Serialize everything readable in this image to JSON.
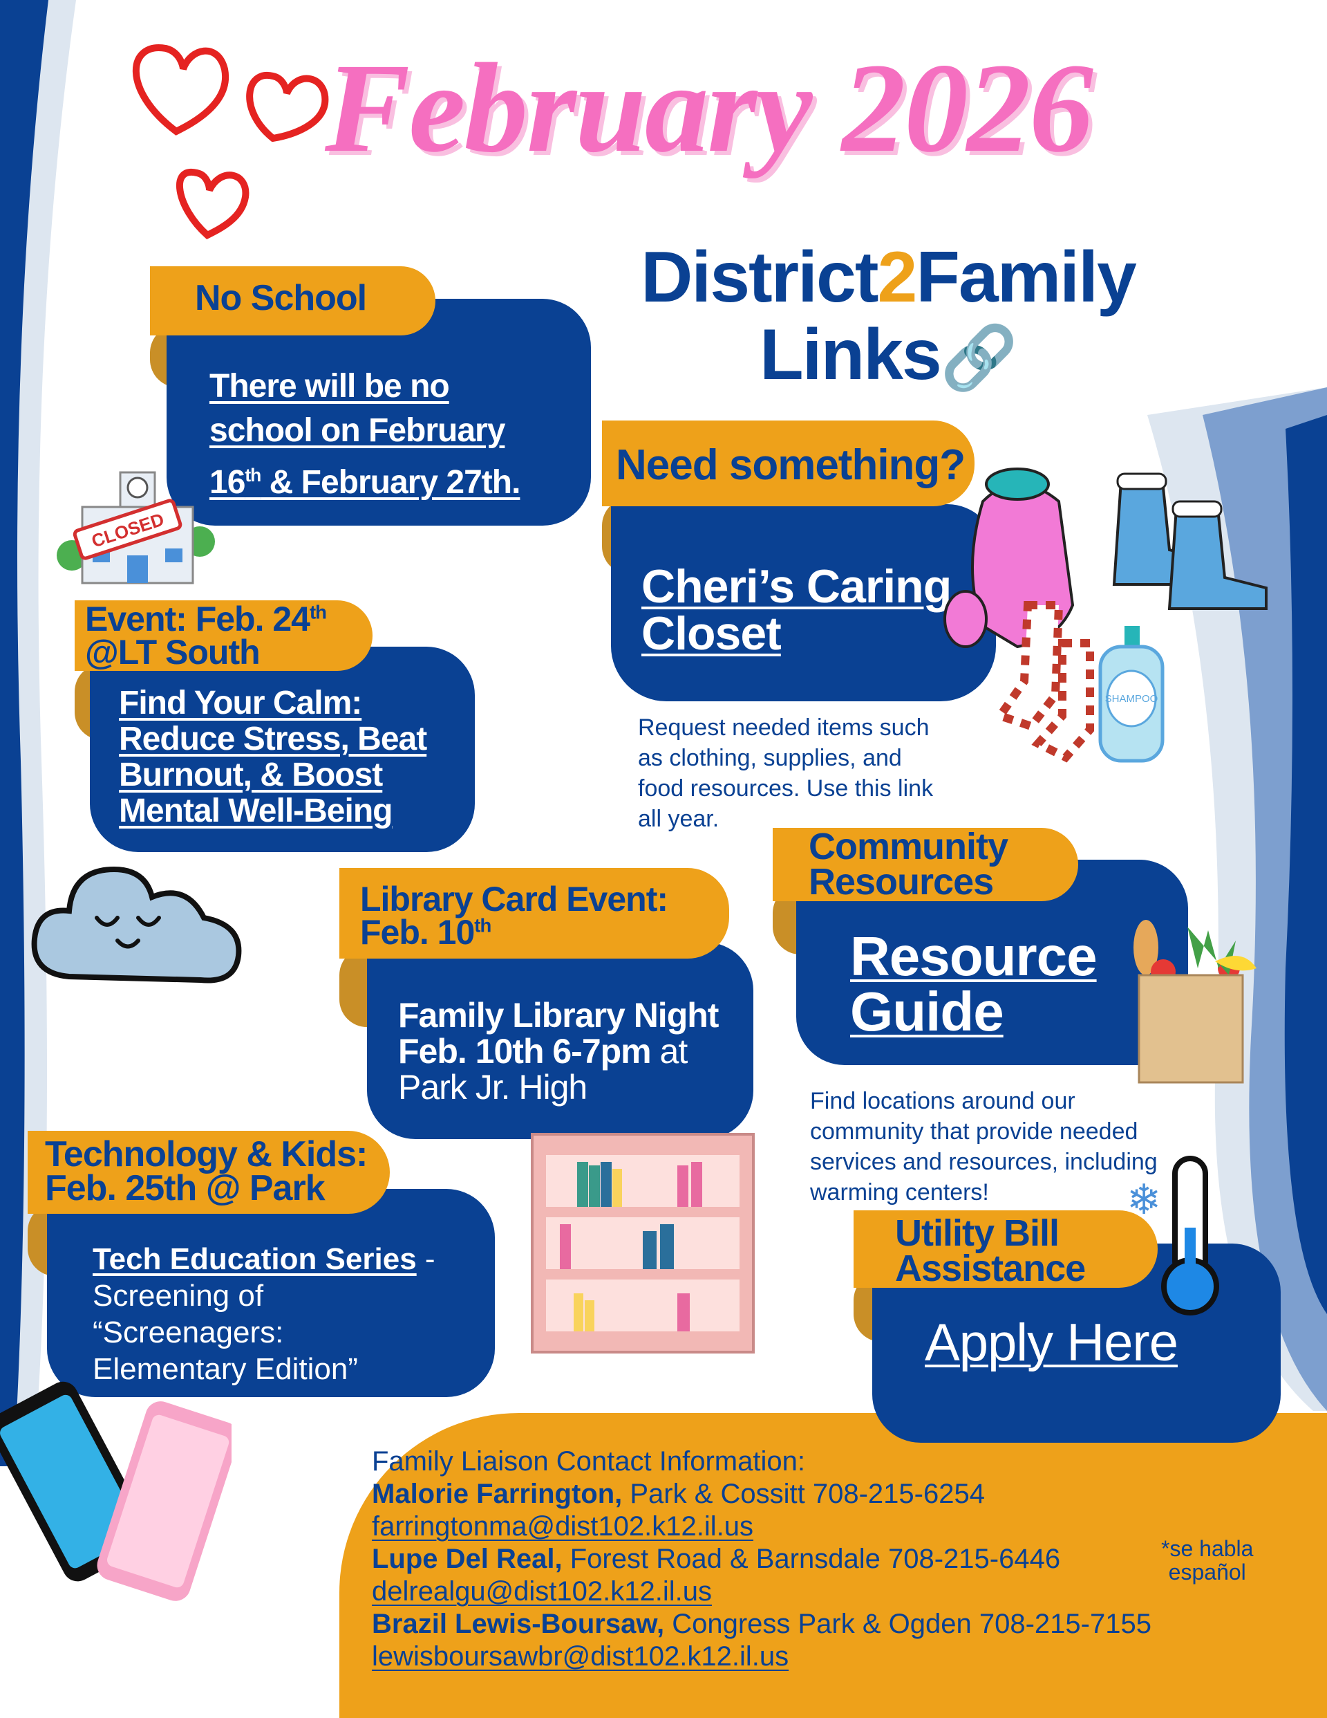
{
  "header": {
    "title": "February 2026",
    "brand_part1": "District",
    "brand_number": "2",
    "brand_part2": "Family",
    "brand_line2": "Links"
  },
  "cards": {
    "no_school": {
      "tab": "No School",
      "line1": "There will be no",
      "line2": "school on February",
      "line3a": "16",
      "line3sup": "th",
      "line3b": " & February 27th."
    },
    "need": {
      "tab": "Need something?",
      "link1": "Cheri’s Caring",
      "link2": "Closet",
      "desc": [
        "Request needed items such",
        "as clothing, supplies, and",
        "food resources.  Use this link",
        "all year."
      ]
    },
    "calm": {
      "tab1a": "Event: Feb. 24",
      "tab1sup": "th",
      "tab2": "@LT South",
      "lines": [
        "Find Your Calm:",
        "Reduce Stress, Beat",
        "Burnout, & Boost",
        "Mental Well-Being"
      ]
    },
    "library": {
      "tab1": "Library Card Event:",
      "tab2a": "Feb. 10",
      "tab2sup": "th",
      "line1": "Family Library Night",
      "line2a": "Feb. 10th 6-7pm",
      "line2b": " at",
      "line3": "Park Jr. High"
    },
    "community": {
      "tab1": "Community",
      "tab2": "Resources",
      "link1": "Resource",
      "link2": "Guide",
      "desc": [
        "Find locations around our",
        "community that provide needed",
        "services and resources, including",
        "warming centers!"
      ]
    },
    "tech": {
      "tab1": "Technology & Kids:",
      "tab2": "Feb. 25th @ Park",
      "link": "Tech Education Series",
      "dash": " -",
      "lines": [
        "Screening of",
        "“Screenagers:",
        "Elementary Edition”"
      ]
    },
    "utility": {
      "tab1": "Utility Bill",
      "tab2": "Assistance",
      "link": "Apply Here"
    }
  },
  "contact": {
    "heading": "Family Liaison Contact Information:",
    "people": [
      {
        "name": "Malorie Farrington,",
        "detail": " Park &  Cossitt 708-215-6254",
        "email": "farringtonma@dist102.k12.il.us"
      },
      {
        "name": "Lupe Del Real,",
        "detail": " Forest Road & Barnsdale 708-215-6446",
        "email": "delrealgu@dist102.k12.il.us"
      },
      {
        "name": "Brazil Lewis-Boursaw,",
        "detail": " Congress Park & Ogden 708-215-7155",
        "email": "lewisboursawbr@dist102.k12.il.us"
      }
    ],
    "note1": "*se habla",
    "note2": "español"
  },
  "decor": {
    "closed_sign": "CLOSED",
    "shampoo_label": "SHAMPOO"
  },
  "colors": {
    "blue": "#0a4193",
    "orange": "#eea11a",
    "pink": "#f56fc0"
  }
}
